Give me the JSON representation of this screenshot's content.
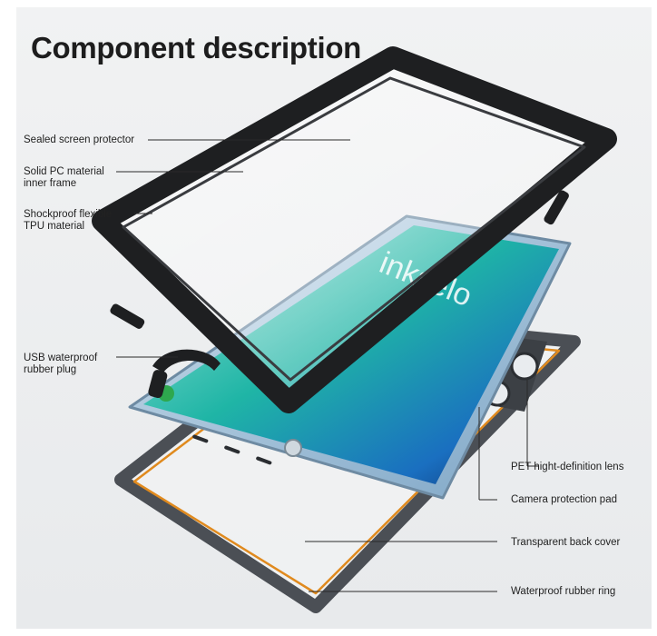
{
  "title": "Component description",
  "labels": {
    "sealed_screen_protector": "Sealed screen protector",
    "solid_pc_line1": "Solid PC material",
    "solid_pc_line2": "inner frame",
    "shockproof_line1": "Shockproof flexible",
    "shockproof_line2": "TPU material",
    "usb_line1": "USB waterproof",
    "usb_line2": "rubber plug",
    "pet_lens": "PET hight-definition lens",
    "camera_pad": "Camera protection pad",
    "back_cover": "Transparent back cover",
    "rubber_ring": "Waterproof rubber ring"
  },
  "phone_screen_text": "inkselo",
  "colors": {
    "frame": "#1e1f21",
    "ring_orange": "#e08a1e",
    "phone_blue": "#8fb3cf",
    "screen_teal": "#1fb5a6",
    "background": "#eceef0"
  }
}
